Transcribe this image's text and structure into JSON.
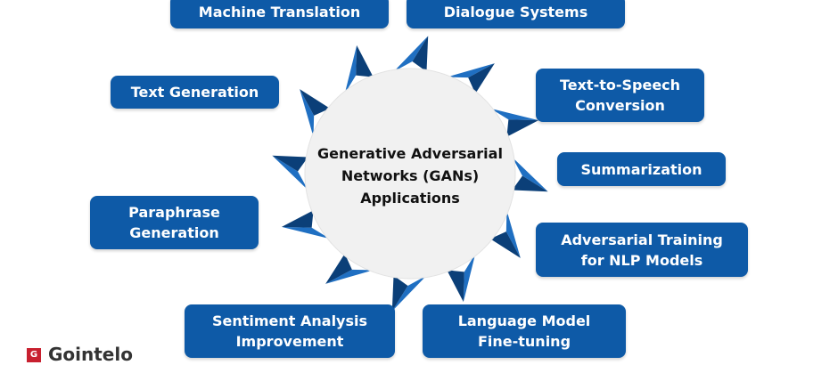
{
  "center": {
    "lines": [
      "Generative Adversarial",
      "Networks (GANs)",
      "Applications"
    ]
  },
  "nodes": {
    "machine_translation": "Machine Translation",
    "dialogue_systems": "Dialogue Systems",
    "text_generation": "Text Generation",
    "text_to_speech": [
      "Text-to-Speech",
      "Conversion"
    ],
    "summarization": "Summarization",
    "paraphrase": [
      "Paraphrase",
      "Generation"
    ],
    "adversarial_training": [
      "Adversarial Training",
      "for NLP Models"
    ],
    "sentiment": [
      "Sentiment Analysis",
      "Improvement"
    ],
    "language_model": [
      "Language Model",
      "Fine-tuning"
    ]
  },
  "logo": {
    "text": "Gointelo"
  },
  "colors": {
    "node_fill": "#0e5aa7",
    "arrow_dark": "#0b3f78",
    "arrow_light": "#1f6fc2",
    "center_fill": "#f1f1f1"
  }
}
